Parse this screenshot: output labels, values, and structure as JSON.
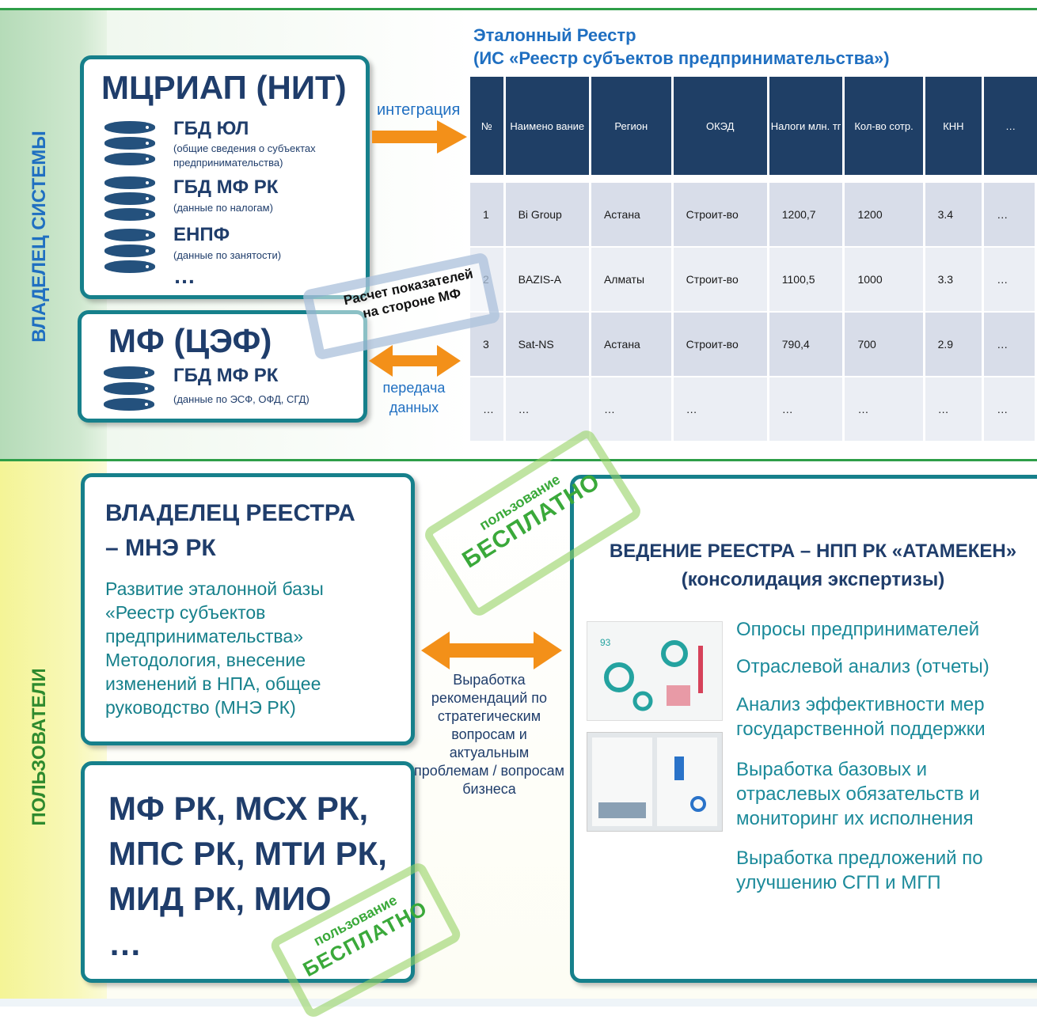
{
  "sidebar": {
    "top_label": "ВЛАДЕЛЕЦ СИСТЕМЫ",
    "bottom_label": "ПОЛЬЗОВАТЕЛИ"
  },
  "registry": {
    "title_line1": "Эталонный Реестр",
    "title_line2": "(ИС «Реестр субъектов предпринимательства»)",
    "headers": [
      "№",
      "Наимено вание",
      "Регион",
      "ОКЭД",
      "Налоги млн. тг",
      "Кол-во сотр.",
      "КНН",
      "…"
    ],
    "rows": [
      [
        "1",
        "Bi Group",
        "Астана",
        "Строит-во",
        "1200,7",
        "1200",
        "3.4",
        "…"
      ],
      [
        "2",
        "BAZIS-A",
        "Алматы",
        "Строит-во",
        "1100,5",
        "1000",
        "3.3",
        "…"
      ],
      [
        "3",
        "Sat-NS",
        "Астана",
        "Строит-во",
        "790,4",
        "700",
        "2.9",
        "…"
      ],
      [
        "…",
        "…",
        "…",
        "…",
        "…",
        "…",
        "…",
        "…"
      ]
    ]
  },
  "mcriap": {
    "title": "МЦРИАП (НИТ)",
    "items": [
      {
        "name": "ГБД ЮЛ",
        "desc": "(общие сведения о субъектах предпринимательства)"
      },
      {
        "name": "ГБД МФ РК",
        "desc": "(данные по налогам)"
      },
      {
        "name": "ЕНПФ",
        "desc": "(данные по занятости)"
      }
    ],
    "ellipsis": "…"
  },
  "mf": {
    "title": "МФ (ЦЭФ)",
    "item_name": "ГБД МФ РК",
    "item_desc": "(данные по ЭСФ, ОФД, СГД)"
  },
  "arrows": {
    "integration": "интеграция",
    "transfer_line1": "передача",
    "transfer_line2": "данных"
  },
  "calc_note": {
    "line1": "Расчет показателей",
    "line2": "на стороне МФ"
  },
  "owner": {
    "title_line1": "ВЛАДЕЛЕЦ РЕЕСТРА",
    "title_line2": "– МНЭ РК",
    "body": "Развитие эталонной базы «Реестр субъектов предпринимательства» Методология, внесение изменений в НПА, общее руководство (МНЭ РК)"
  },
  "ministries": {
    "line1": "МФ РК, МСХ РК,",
    "line2": "МПС РК, МТИ РК,",
    "line3": "МИД РК, МИО",
    "ellipsis": "…"
  },
  "center_text": "Выработка рекомендаций по стратегическим вопросам и актуальным проблемам / вопросам бизнеса",
  "stamp": {
    "small": "пользование",
    "big": "БЕСПЛАТНО"
  },
  "atameken": {
    "title_line1": "ВЕДЕНИЕ РЕЕСТРА – НПП РК «АТАМЕКЕН»",
    "title_line2": "(консолидация экспертизы)",
    "items": [
      "Опросы предпринимателей",
      "Отраслевой анализ (отчеты)",
      "Анализ эффективности мер государственной поддержки",
      "Выработка базовых и отраслевых обязательств и мониторинг их исполнения",
      "Выработка предложений по улучшению СГП и МГП"
    ]
  },
  "colors": {
    "teal_border": "#16808b",
    "navy": "#1f3d6b",
    "orange": "#f39019",
    "table_header": "#1f3f66",
    "stamp_green": "#3aa93a"
  }
}
